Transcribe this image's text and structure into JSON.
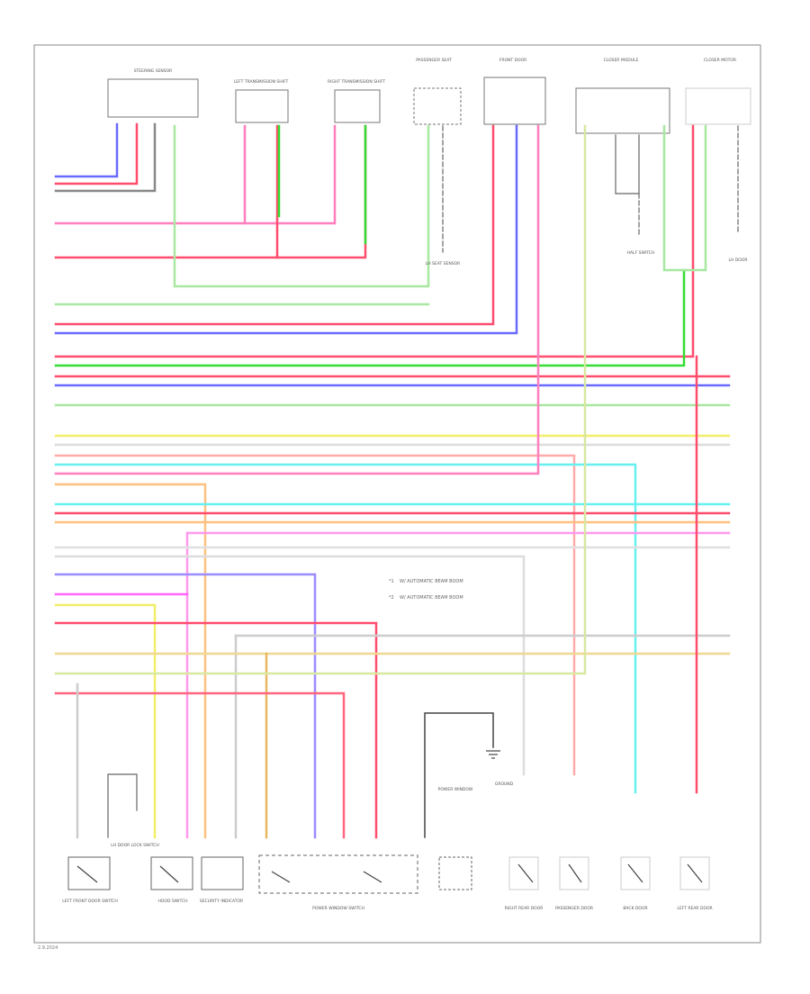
{
  "diagram": {
    "sheet_id": "2.9.2024",
    "legend": [
      {
        "marker": "*1",
        "text": "W/ AUTOMATIC BEAM BOOM"
      },
      {
        "marker": "*2",
        "text": "W/ AUTOMATIC BEAM BOOM"
      }
    ],
    "components": {
      "steering_sensor": "STEERING SENSOR",
      "left_shift": "LEFT TRANSMISSION SHIFT",
      "right_shift": "RIGHT TRANSMISSION SHIFT",
      "passenger_seat": "PASSENGER SEAT",
      "front_door": "FRONT DOOR",
      "closer_module": "CLOSER MODULE",
      "closer_motor": "CLOSER MOTOR",
      "lh_seat": "LH SEAT SENSOR",
      "half_switch": "HALF SWITCH",
      "lh_door": "LH DOOR",
      "left_front_door_switch": "LEFT FRONT DOOR SWITCH",
      "hood_switch": "HOOD SWITCH",
      "security_indicator": "SECURITY INDICATOR",
      "lh_door_lock_switch": "LH DOOR LOCK SWITCH",
      "power_window": "POWER WINDOW",
      "door_lock_motor": "POWER WINDOW SWITCH",
      "ground": "GROUND",
      "right_rear_door": "RIGHT REAR DOOR",
      "passenger_door": "PASSENGER DOOR",
      "back_door": "BACK DOOR",
      "left_rear_door": "LEFT REAR DOOR"
    },
    "wire_colors": {
      "red": "#ff4d6d",
      "pink": "#ff7fbf",
      "blue": "#6a6aff",
      "violet": "#9a8cff",
      "green": "#33dd33",
      "light_green": "#a8e8a0",
      "yellow": "#f3ee6a",
      "cyan": "#66f0f0",
      "orange": "#ffc080",
      "gray": "#bbbbbb",
      "magenta": "#ff66ff",
      "black": "#444444",
      "light_red": "#ffaaaa"
    }
  }
}
